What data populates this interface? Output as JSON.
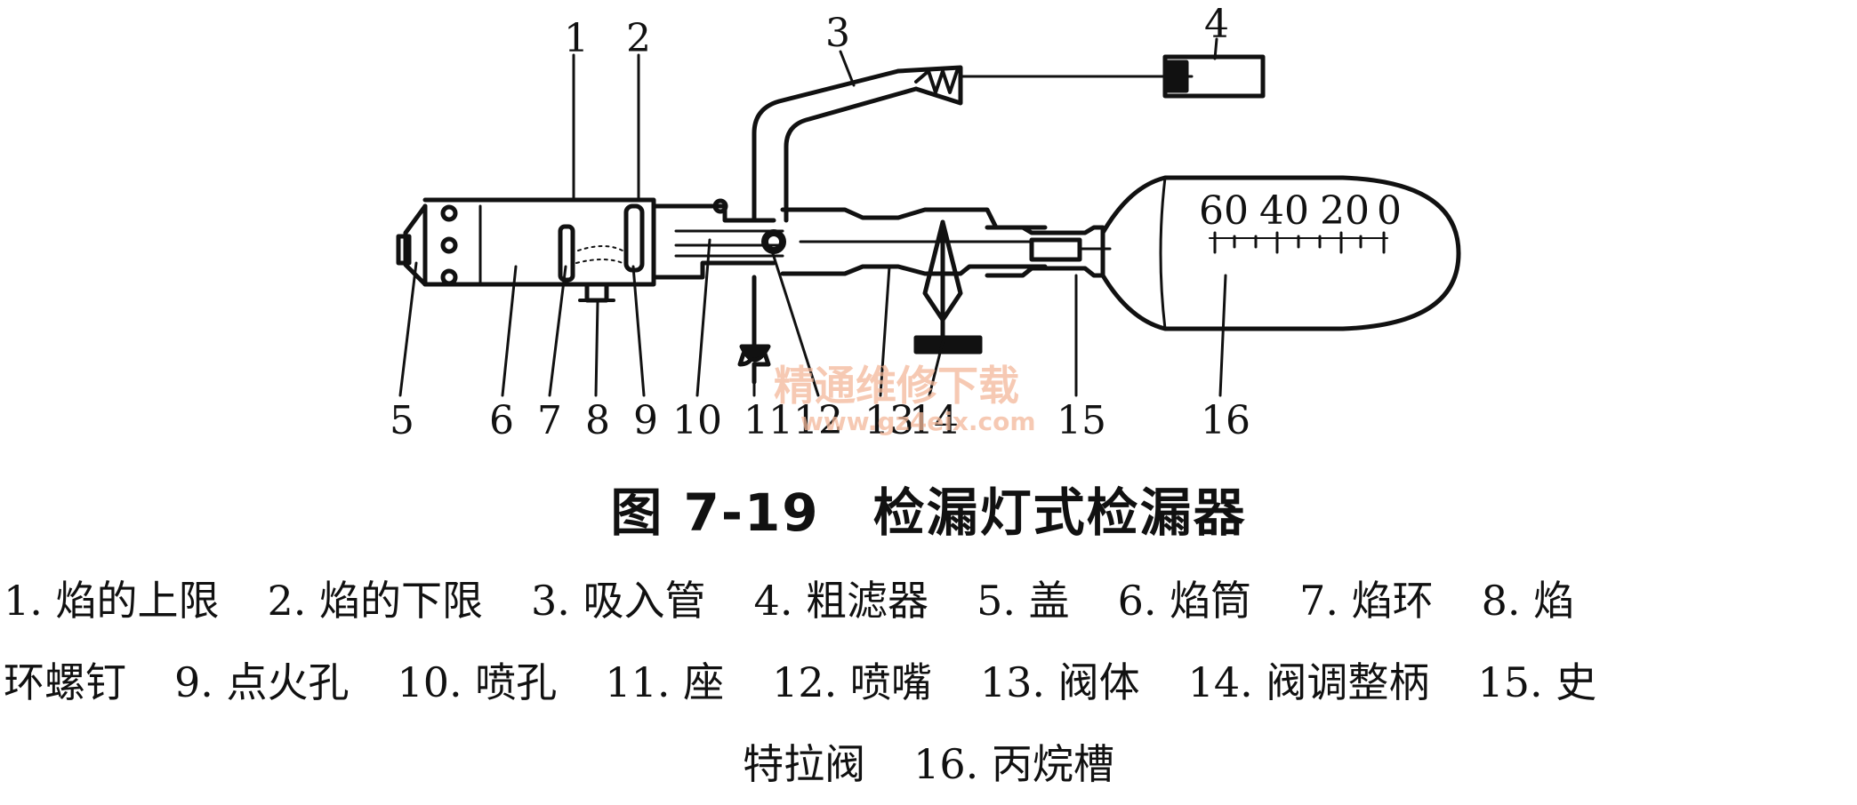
{
  "figure": {
    "part_numbers": [
      "1",
      "2",
      "3",
      "4",
      "5",
      "6",
      "7",
      "8",
      "9",
      "10",
      "11",
      "12",
      "13",
      "14",
      "15",
      "16"
    ],
    "scale_labels": [
      "60",
      "40",
      "20",
      "0"
    ],
    "watermark": {
      "line1": "精通维修下载",
      "line2": "www.gz4eix.com"
    }
  },
  "caption": "图 7-19　检漏灯式检漏器",
  "legend": {
    "line1": [
      "1. 焰的上限",
      "2. 焰的下限",
      "3. 吸入管",
      "4. 粗滤器",
      "5. 盖",
      "6. 焰筒",
      "7. 焰环",
      "8. 焰"
    ],
    "line2": [
      "环螺钉",
      "9. 点火孔",
      "10. 喷孔",
      "11. 座",
      "12. 喷嘴",
      "13. 阀体",
      "14. 阀调整柄",
      "15. 史"
    ],
    "line3": [
      "特拉阀",
      "16. 丙烷槽"
    ]
  }
}
